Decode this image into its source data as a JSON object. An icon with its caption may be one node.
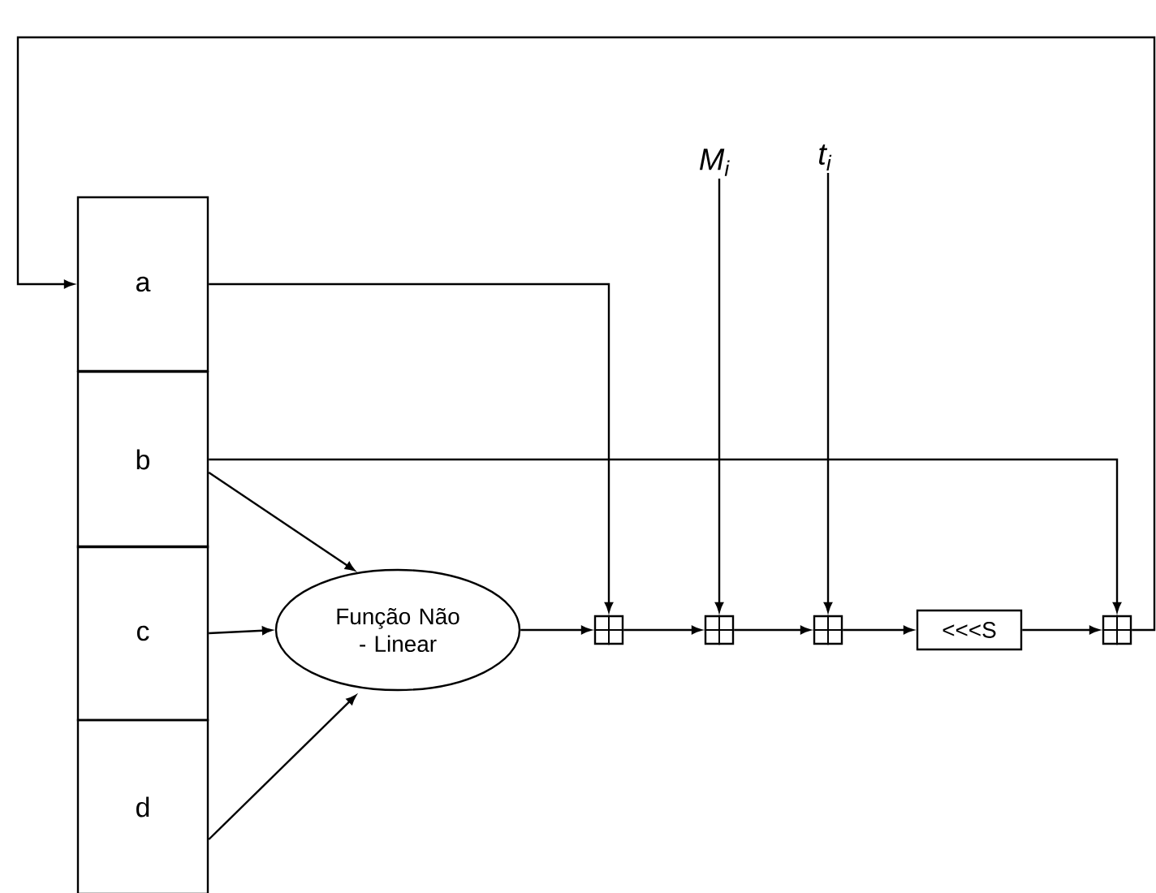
{
  "diagram": {
    "nodes": [
      {
        "text": [
          "a"
        ]
      },
      {
        "text": [
          "b"
        ]
      },
      {
        "text": [
          "c"
        ]
      },
      {
        "text": [
          "d"
        ]
      },
      {
        "text": [
          "Função Não - Linear"
        ]
      },
      {
        "text": [],
        "shape": "box"
      },
      {
        "text": [],
        "shape": "box"
      },
      {
        "text": [],
        "shape": "box"
      },
      {
        "text": [
          "<<<S"
        ]
      },
      {
        "text": [],
        "shape": "box"
      },
      {
        "text": [
          "M$_{i}$"
        ]
      },
      {
        "text": [
          "t$_{i}$"
        ]
      }
    ],
    "edges": [
      {
        "from": 0,
        "to": 5,
        "arrow": "to"
      },
      {
        "from": 1,
        "to": 9,
        "arrow": "to"
      },
      {
        "from": 1,
        "to": 4,
        "arrow": "to"
      },
      {
        "from": 2,
        "to": 4,
        "arrow": "to"
      },
      {
        "from": 3,
        "to": 4,
        "arrow": "to"
      },
      {
        "from": 4,
        "to": 5,
        "arrow": "to"
      },
      {
        "from": 10,
        "to": 6,
        "arrow": "to"
      },
      {
        "from": 5,
        "to": 6,
        "arrow": "to"
      },
      {
        "from": 11,
        "to": 7,
        "arrow": "to"
      },
      {
        "from": 6,
        "to": 7,
        "arrow": "to"
      },
      {
        "from": 7,
        "to": 8,
        "arrow": "to"
      },
      {
        "from": 8,
        "to": 9,
        "arrow": "to"
      },
      {
        "from": 9,
        "to": 0,
        "arrow": "to"
      }
    ]
  }
}
